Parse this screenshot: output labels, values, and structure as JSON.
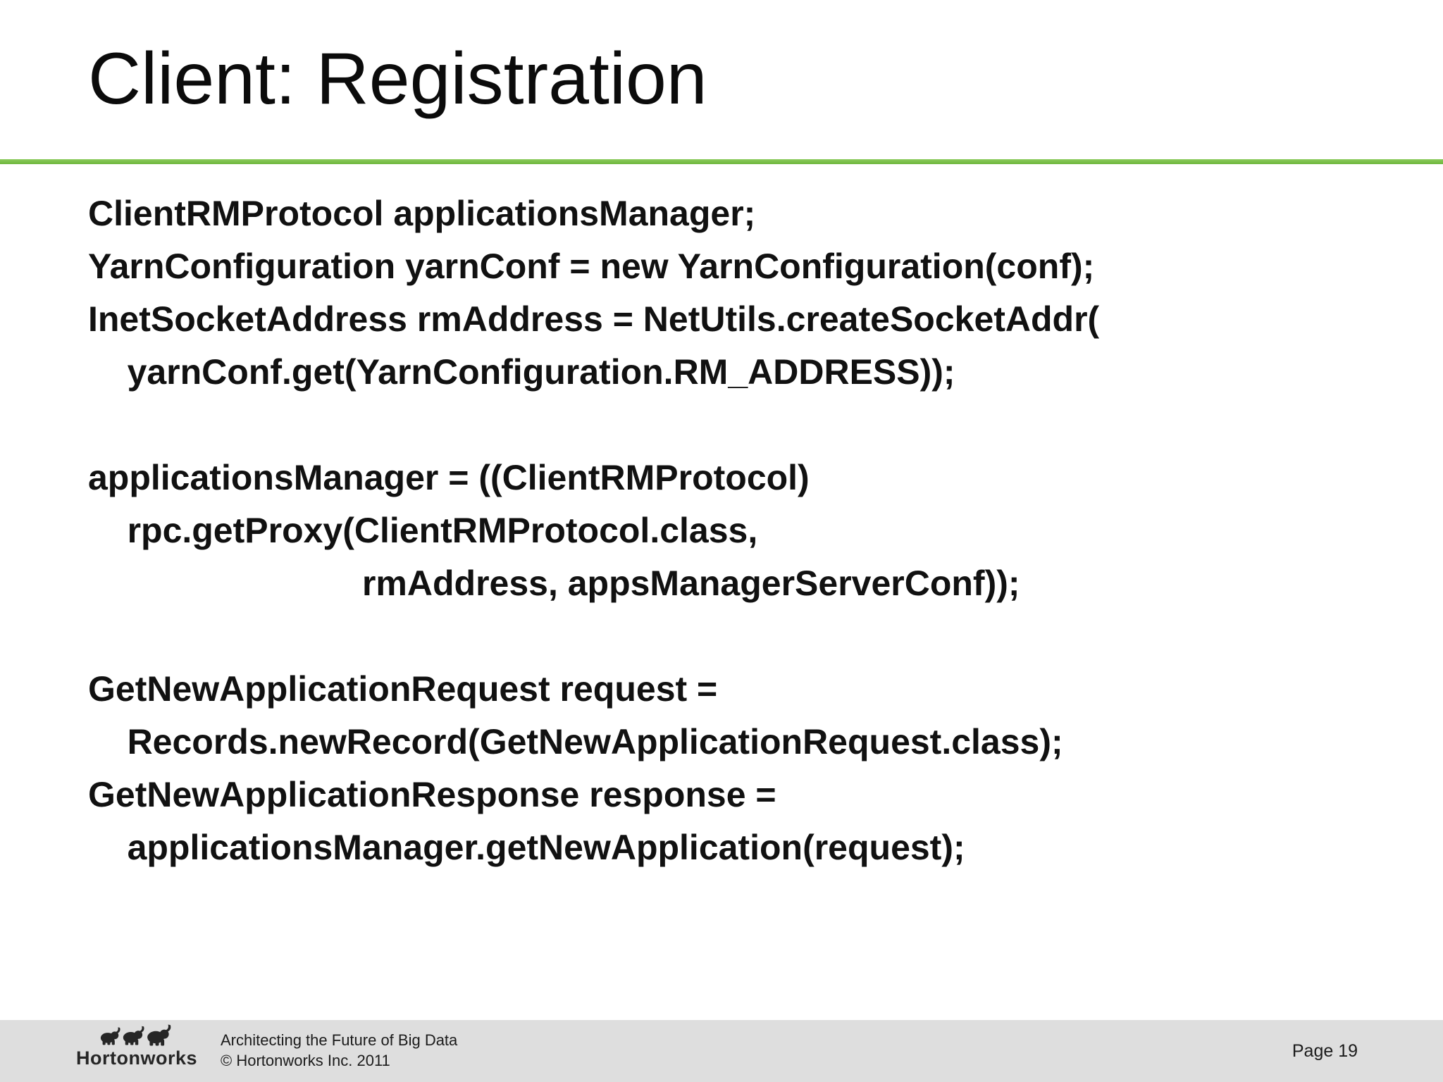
{
  "slide": {
    "title": "Client: Registration",
    "code_lines": [
      "ClientRMProtocol applicationsManager;",
      "YarnConfiguration yarnConf = new YarnConfiguration(conf);",
      "InetSocketAddress rmAddress = NetUtils.createSocketAddr(",
      "    yarnConf.get(YarnConfiguration.RM_ADDRESS));",
      "",
      "applicationsManager = ((ClientRMProtocol)",
      "    rpc.getProxy(ClientRMProtocol.class,",
      "                            rmAddress, appsManagerServerConf));",
      "",
      "GetNewApplicationRequest request =",
      "    Records.newRecord(GetNewApplicationRequest.class);",
      "GetNewApplicationResponse response =",
      "    applicationsManager.getNewApplication(request);"
    ]
  },
  "footer": {
    "logo_brand": "Hortonworks",
    "logo_icon": "elephants-icon",
    "tagline": "Architecting the Future of Big Data",
    "copyright": "© Hortonworks Inc. 2011",
    "page_label": "Page 19"
  },
  "colors": {
    "accent_green": "#76BE43",
    "footer_background": "#DEDEDE",
    "text": "#111111",
    "logo_dark": "#262626"
  }
}
